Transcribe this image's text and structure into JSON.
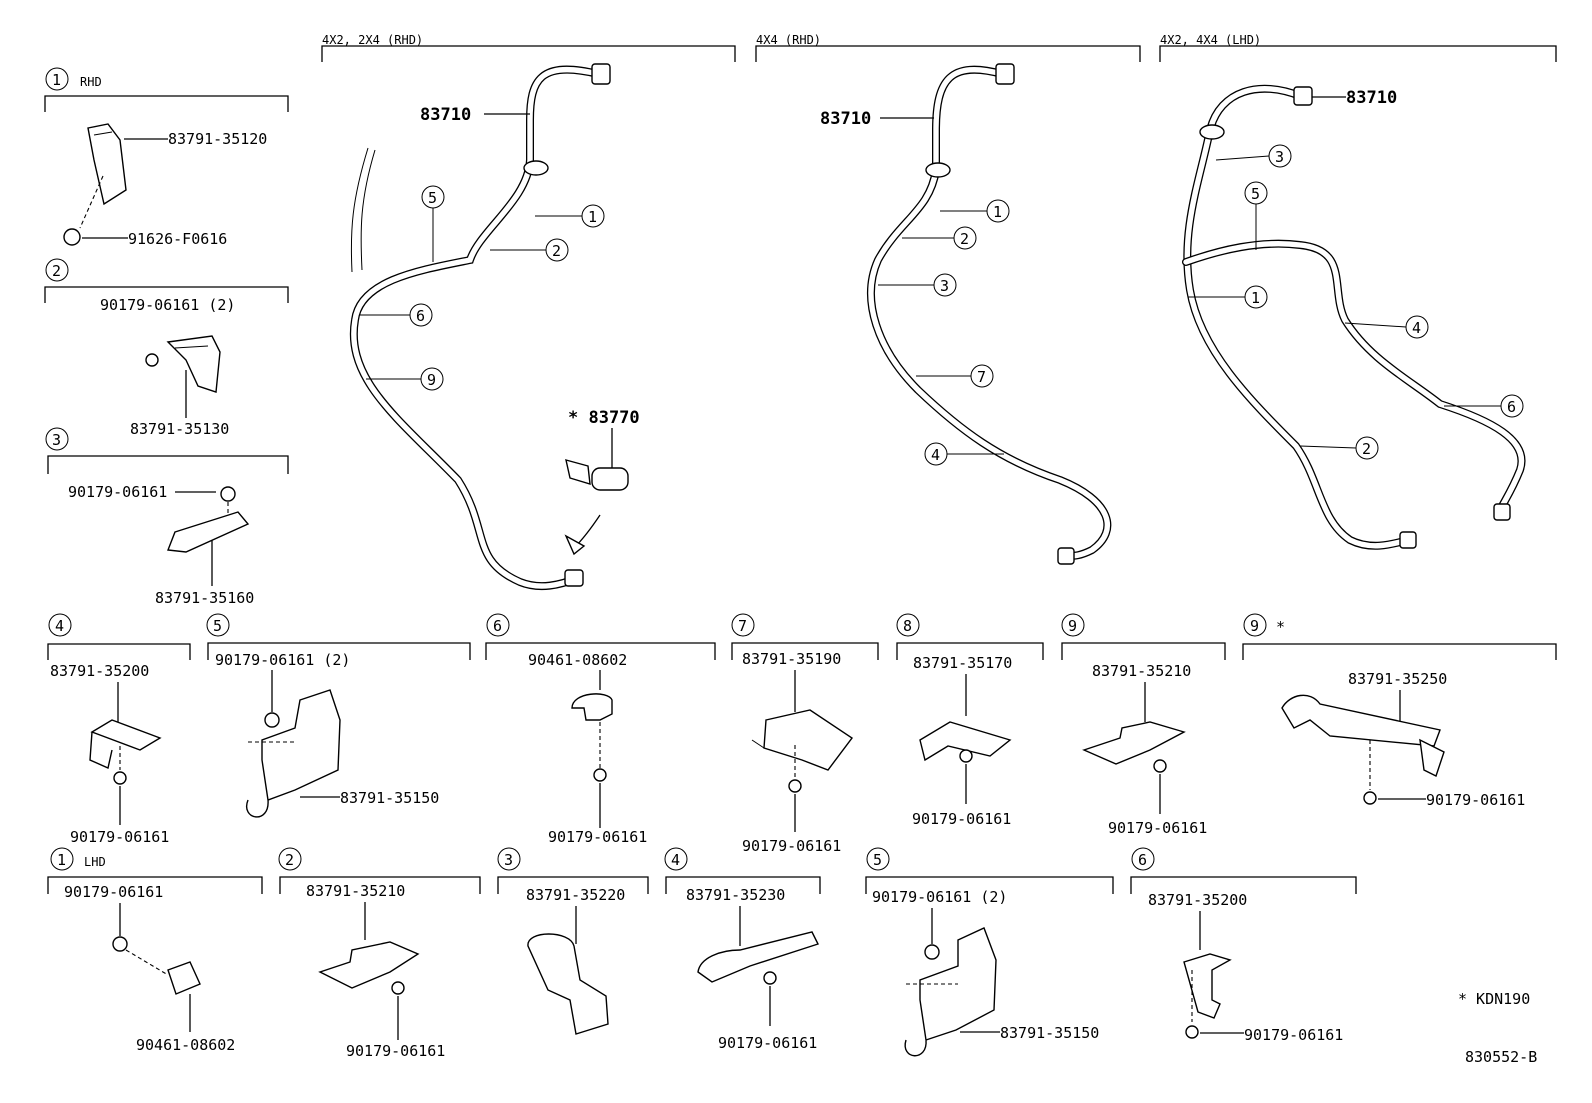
{
  "diagram_code": "830552-B",
  "note": "* KDN190",
  "sections": {
    "rhd_std": "4X2, 2X4 (RHD)",
    "rhd_4x4": "4X4 (RHD)",
    "lhd": "4X2, 4X4 (LHD)"
  },
  "main": {
    "cable_part": "83710",
    "cable_part_b": "83710",
    "cable_part_c": "83710",
    "sensor_part": "* 83770"
  },
  "callouts": [
    "1",
    "2",
    "3",
    "4",
    "5",
    "6",
    "7",
    "8",
    "9"
  ],
  "rhd_label": "RHD",
  "lhd_label": "LHD",
  "star": "*",
  "parts": {
    "p35120": "83791-35120",
    "f0616": "91626-F0616",
    "n06161_2": "90179-06161 (2)",
    "p35130": "83791-35130",
    "n06161": "90179-06161",
    "p35160": "83791-35160",
    "p35200": "83791-35200",
    "p35150": "83791-35150",
    "c08602": "90461-08602",
    "p35190": "83791-35190",
    "p35170": "83791-35170",
    "p35210": "83791-35210",
    "p35250": "83791-35250",
    "p35220": "83791-35220",
    "p35230": "83791-35230"
  }
}
